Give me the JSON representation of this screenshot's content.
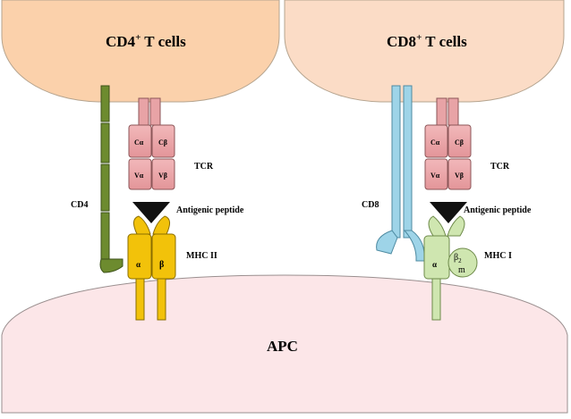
{
  "colors": {
    "cd4_cell": "#fbd1ab",
    "cd8_cell": "#fbdcc6",
    "apc": "#fce6e8",
    "tcr": "#e8a3a6",
    "tcr_dark": "#d98a8e",
    "cd4": "#6d8b2f",
    "cd8": "#9ed4e8",
    "mhc2": "#f2c20a",
    "mhc1": "#cfe6b0",
    "peptide": "#111111"
  },
  "left_panel": {
    "cell_label_main": "CD4",
    "cell_label_sup": "+",
    "cell_label_rest": " T cells",
    "coreceptor_label": "CD4",
    "tcr_label": "TCR",
    "peptide_label": "Antigenic peptide",
    "mhc_label": "MHC II",
    "tcr_c_alpha": "Cα",
    "tcr_c_beta": "Cβ",
    "tcr_v_alpha": "Vα",
    "tcr_v_beta": "Vβ",
    "mhc_alpha": "α",
    "mhc_beta": "β"
  },
  "right_panel": {
    "cell_label_main": "CD8",
    "cell_label_sup": "+",
    "cell_label_rest": " T cells",
    "coreceptor_label": "CD8",
    "tcr_label": "TCR",
    "peptide_label": "Antigenic peptide",
    "mhc_label": "MHC I",
    "tcr_c_alpha": "Cα",
    "tcr_c_beta": "Cβ",
    "tcr_v_alpha": "Vα",
    "tcr_v_beta": "Vβ",
    "mhc_alpha": "α",
    "b2m_beta": "β",
    "b2m_sub": "2",
    "b2m_m": "m"
  },
  "apc_label": "APC"
}
